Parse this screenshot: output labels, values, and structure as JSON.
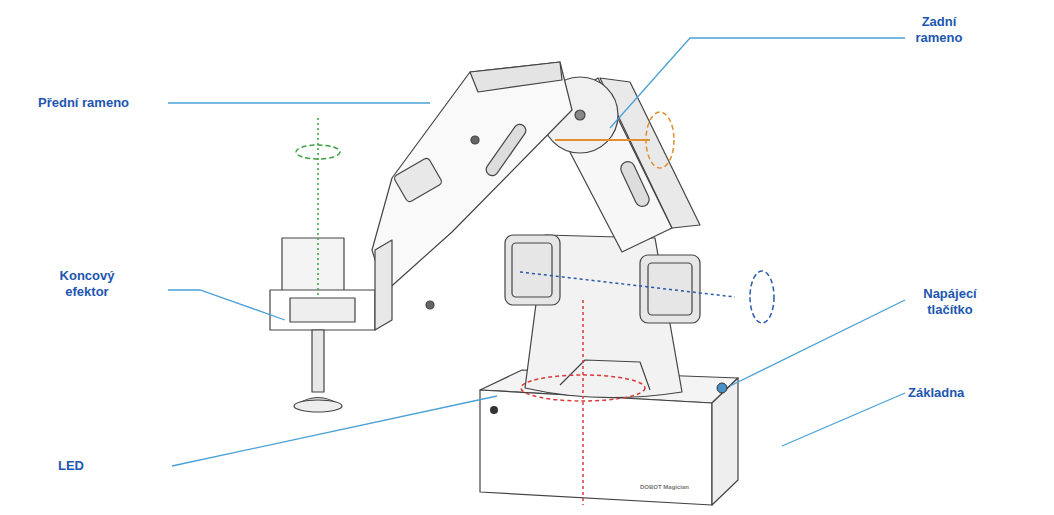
{
  "diagram": {
    "labels": [
      "Přední rameno",
      "Zadní rameno",
      "Koncový efektor",
      "Napájecí tlačítko",
      "Základna",
      "LED",
      "DOBOT Magician"
    ]
  }
}
